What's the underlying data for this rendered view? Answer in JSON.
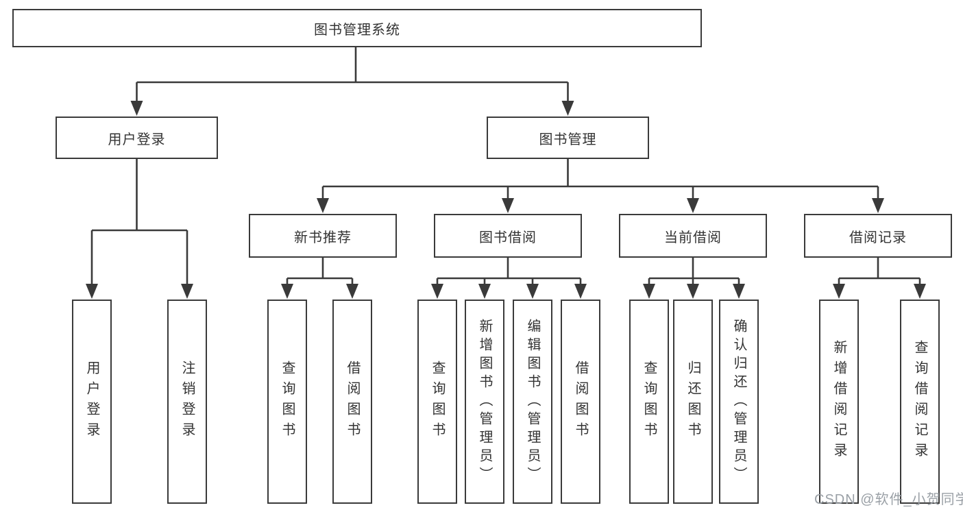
{
  "diagram": {
    "title": "图书管理系统",
    "branches": [
      {
        "label": "用户登录",
        "children": [
          "用户登录",
          "注销登录"
        ]
      },
      {
        "label": "图书管理",
        "children": [
          {
            "label": "新书推荐",
            "children": [
              "查询图书",
              "借阅图书"
            ]
          },
          {
            "label": "图书借阅",
            "children": [
              "查询图书",
              "新增图书（管理员）",
              "编辑图书（管理员）",
              "借阅图书"
            ]
          },
          {
            "label": "当前借阅",
            "children": [
              "查询图书",
              "归还图书",
              "确认归还（管理员）"
            ]
          },
          {
            "label": "借阅记录",
            "children": [
              "新增借阅记录",
              "查询借阅记录"
            ]
          }
        ]
      }
    ]
  },
  "watermark": {
    "text": "CSDN @软件_小贺同学"
  },
  "colors": {
    "line": "#3a3a3a",
    "text": "#333333",
    "watermark": "#9aa0a6",
    "background": "#ffffff"
  }
}
